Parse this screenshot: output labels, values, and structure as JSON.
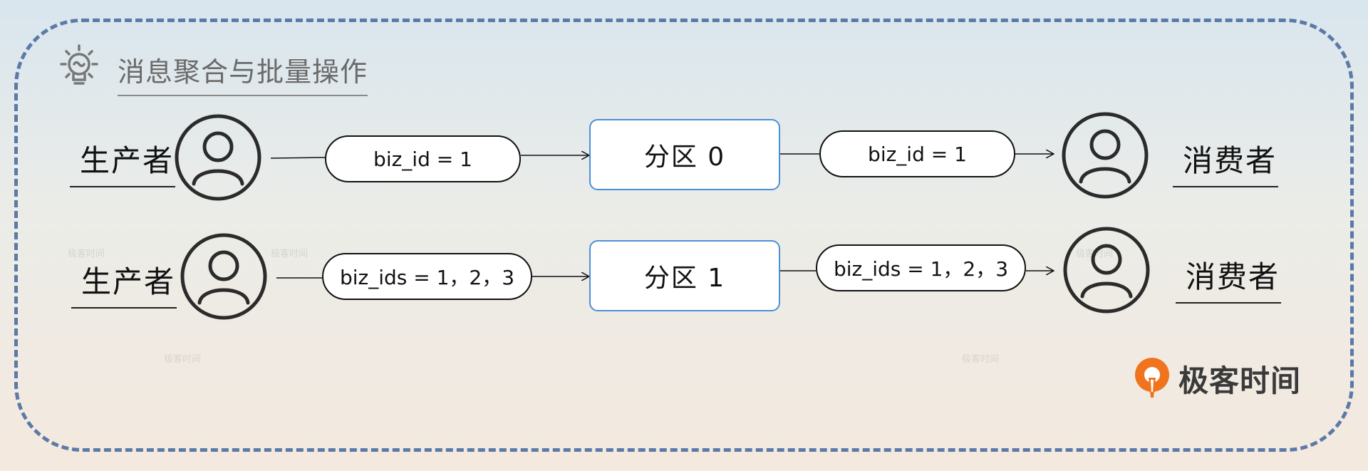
{
  "title": "消息聚合与批量操作",
  "colors": {
    "frame": "#5b7aa7",
    "partition_border": "#4a90d9",
    "logo_orange": "#f0741e"
  },
  "rows": [
    {
      "producer": "生产者",
      "message_in": "biz_id = 1",
      "partition": "分区 0",
      "message_out": "biz_id = 1",
      "consumer": "消费者"
    },
    {
      "producer": "生产者",
      "message_in": "biz_ids = 1，2，3",
      "partition": "分区 1",
      "message_out": "biz_ids = 1，2，3",
      "consumer": "消费者"
    }
  ],
  "icons": {
    "title_icon": "lightbulb-icon",
    "user_icon": "person-icon",
    "logo_icon": "geektime-logo-icon"
  },
  "watermark": "极客时间",
  "logo": {
    "text": "极客时间"
  }
}
